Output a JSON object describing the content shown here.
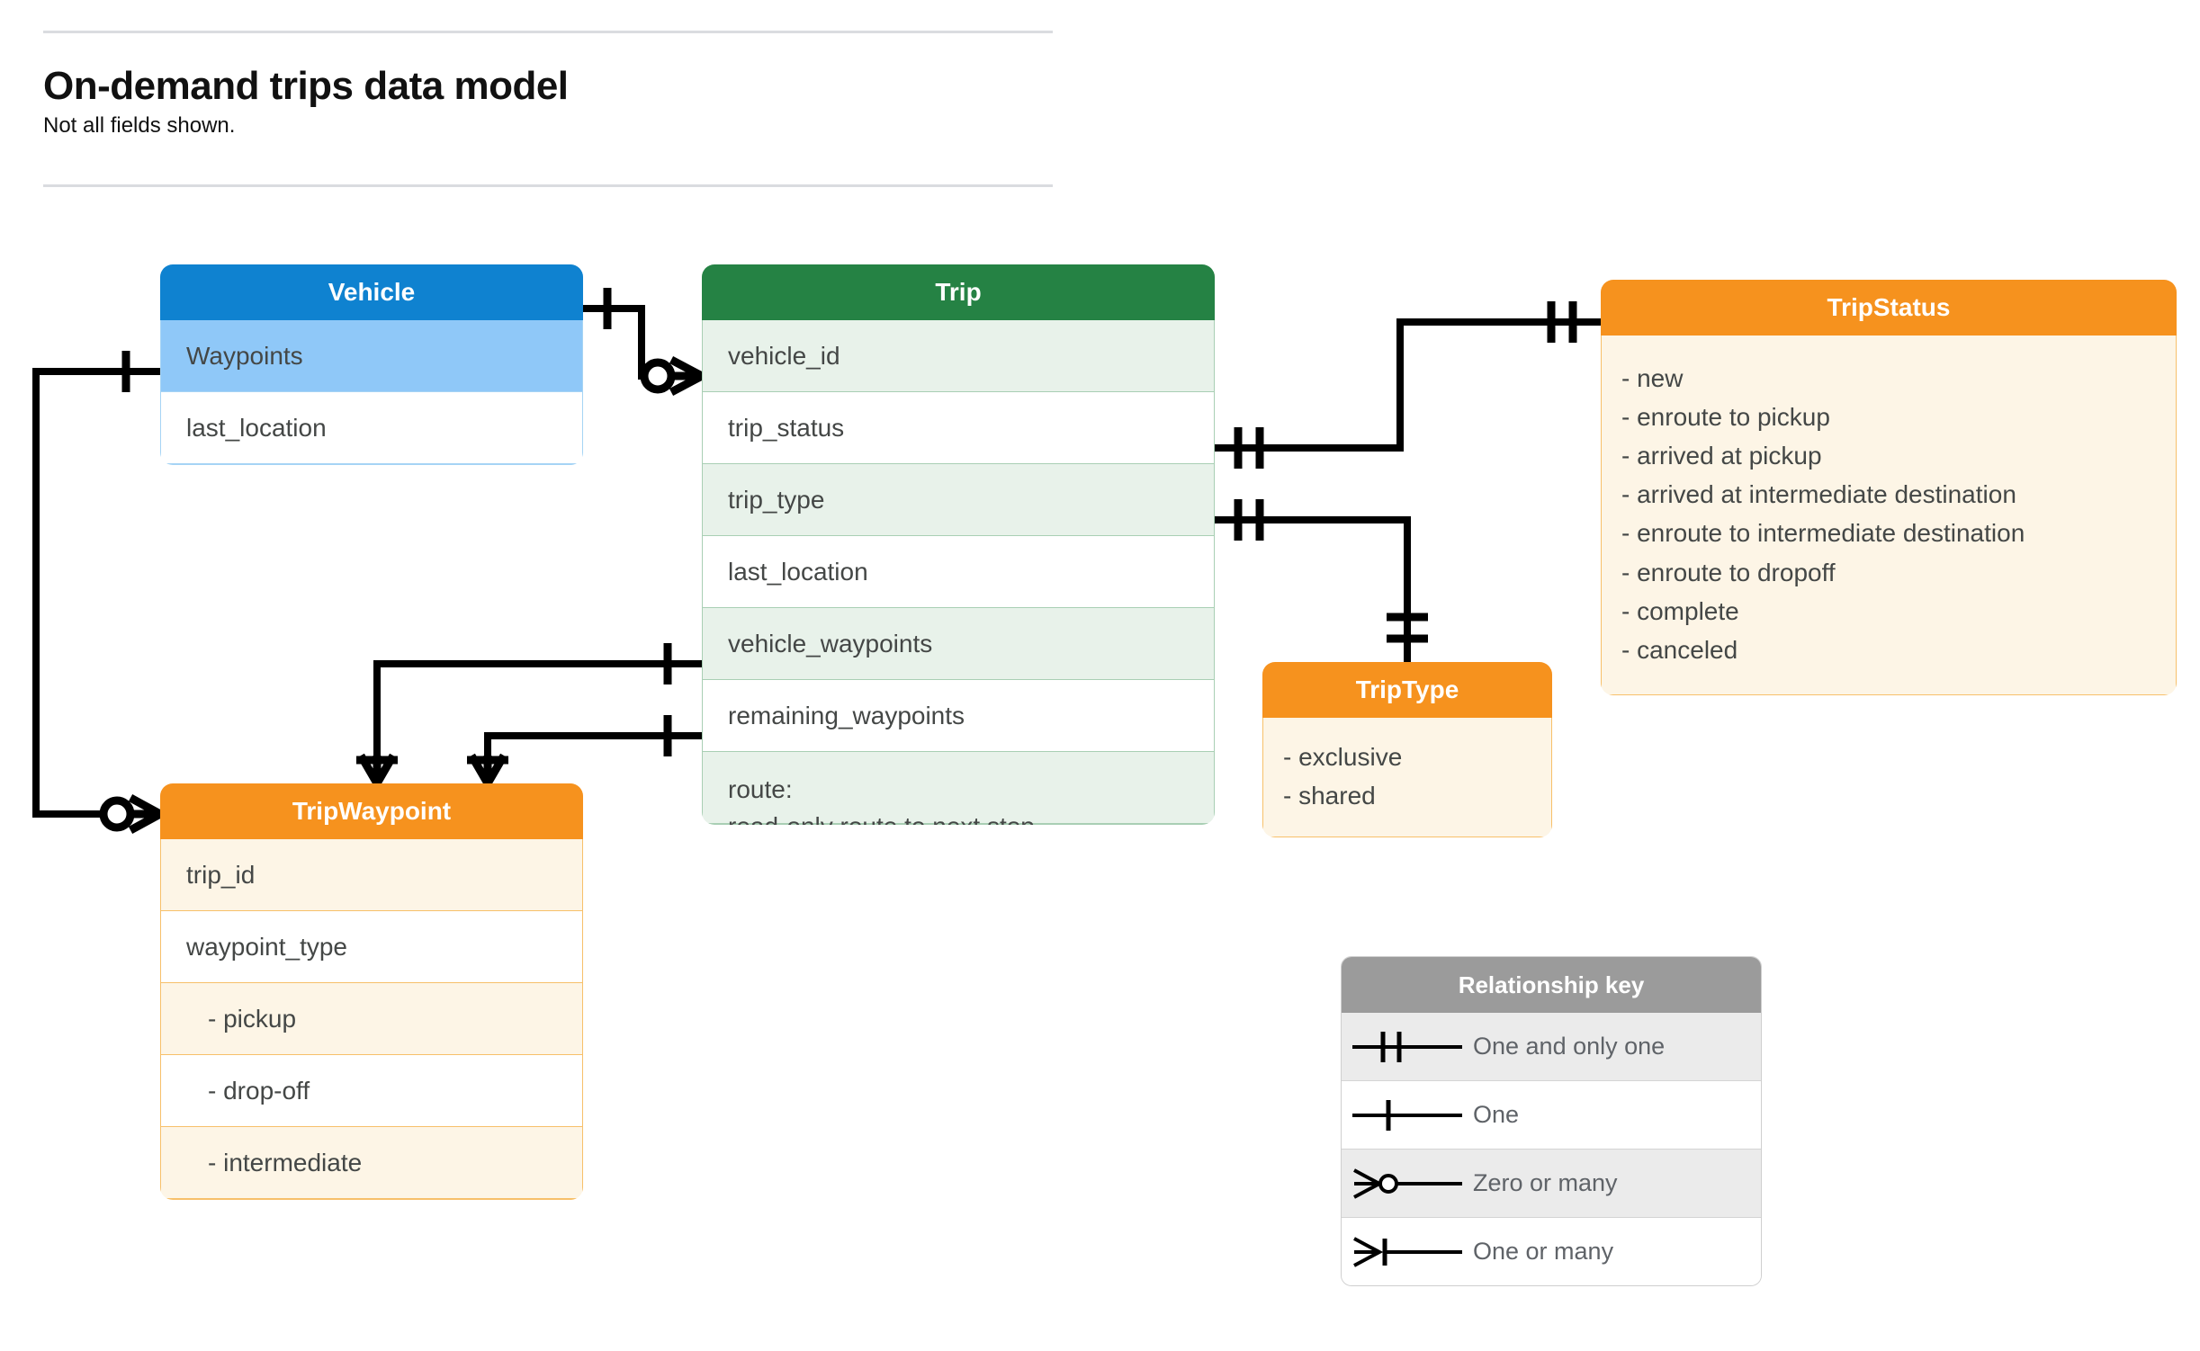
{
  "header": {
    "title": "On-demand trips data model",
    "subtitle": "Not all fields shown."
  },
  "entities": {
    "vehicle": {
      "title": "Vehicle",
      "rows": [
        {
          "label": "Waypoints"
        },
        {
          "label": "last_location"
        }
      ]
    },
    "trip": {
      "title": "Trip",
      "rows": [
        {
          "label": "vehicle_id"
        },
        {
          "label": "trip_status"
        },
        {
          "label": "trip_type"
        },
        {
          "label": "last_location"
        },
        {
          "label": "vehicle_waypoints"
        },
        {
          "label": "remaining_waypoints"
        },
        {
          "label": "route:",
          "label2": "read-only route to next stop"
        }
      ]
    },
    "trip_status": {
      "title": "TripStatus",
      "values": [
        "- new",
        "- enroute to pickup",
        "- arrived at pickup",
        "- arrived at intermediate destination",
        "- enroute to intermediate destination",
        "- enroute to dropoff",
        "- complete",
        "- canceled"
      ]
    },
    "trip_type": {
      "title": "TripType",
      "values": [
        "- exclusive",
        "- shared"
      ]
    },
    "trip_waypoint": {
      "title": "TripWaypoint",
      "rows": [
        {
          "label": "trip_id"
        },
        {
          "label": "waypoint_type"
        },
        {
          "label": "-  pickup"
        },
        {
          "label": "-  drop-off"
        },
        {
          "label": "-  intermediate"
        }
      ]
    }
  },
  "relationship_key": {
    "title": "Relationship key",
    "items": [
      {
        "symbol": "one-and-only-one-icon",
        "label": "One and only one"
      },
      {
        "symbol": "one-icon",
        "label": "One"
      },
      {
        "symbol": "zero-or-many-icon",
        "label": "Zero or many"
      },
      {
        "symbol": "one-or-many-icon",
        "label": "One or many"
      }
    ]
  },
  "relationships": [
    {
      "from": "Vehicle",
      "to": "Trip.vehicle_id",
      "from_card": "one",
      "to_card": "zero or many"
    },
    {
      "from": "Vehicle.Waypoints",
      "to": "TripWaypoint",
      "from_card": "one",
      "to_card": "zero or many"
    },
    {
      "from": "Trip.trip_status",
      "to": "TripStatus",
      "from_card": "one and only one",
      "to_card": "one and only one"
    },
    {
      "from": "Trip.trip_type",
      "to": "TripType",
      "from_card": "one and only one",
      "to_card": "one and only one"
    },
    {
      "from": "Trip.vehicle_waypoints",
      "to": "TripWaypoint",
      "from_card": "one",
      "to_card": "one or many"
    },
    {
      "from": "Trip.remaining_waypoints",
      "to": "TripWaypoint",
      "from_card": "one",
      "to_card": "one or many"
    }
  ],
  "colors": {
    "vehicle_header": "#0f82d0",
    "vehicle_row": "#8fc8f8",
    "trip_header": "#258244",
    "trip_row": "#e8f2ea",
    "orange_header": "#f6921e",
    "orange_body": "#fdf5e6",
    "key_header": "#9b9b9b",
    "connector": "#000000"
  }
}
